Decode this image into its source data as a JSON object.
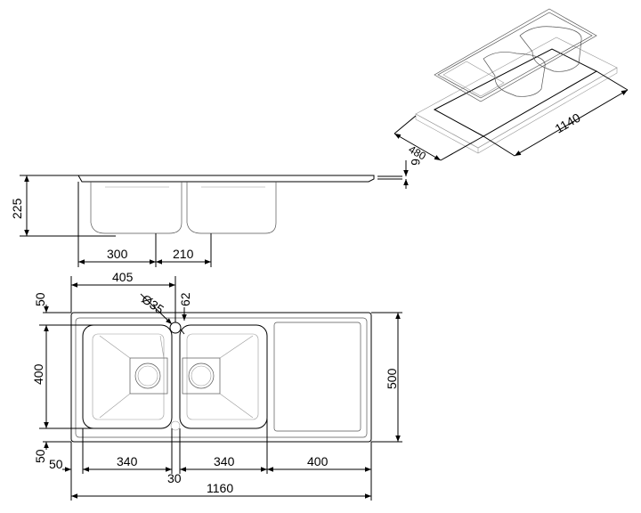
{
  "drawing": {
    "iso_view": {
      "width": "1140",
      "depth": "480"
    },
    "side_view": {
      "height": "225",
      "flange_thickness": "6",
      "bowl_offset": "300",
      "bowl_spacing": "210"
    },
    "top_view": {
      "tap_hole_x": "405",
      "tap_hole_diameter": "Ø35",
      "tap_hole_y": "62",
      "margin_top": "50",
      "bowl_depth": "400",
      "overall_depth": "500",
      "margin_bottom": "50",
      "margin_left": "50",
      "bowl_1_width": "340",
      "divider_width": "30",
      "bowl_2_width": "340",
      "drainer_width": "400",
      "overall_width": "1160"
    },
    "line_color": "#000000"
  }
}
